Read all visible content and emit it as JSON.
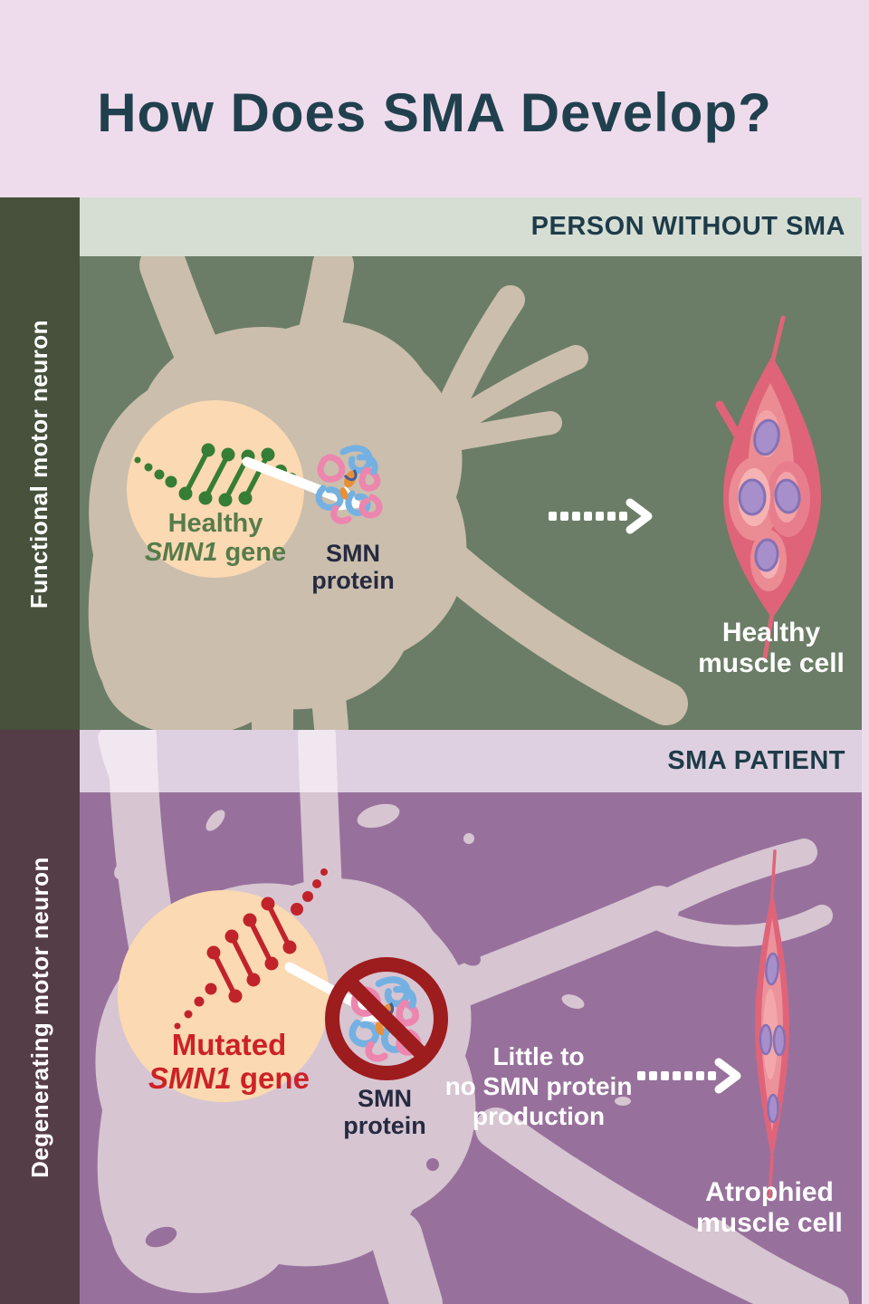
{
  "header": {
    "title": "How Does SMA Develop?"
  },
  "top_panel": {
    "banner": "PERSON WITHOUT SMA",
    "sidebar_label": "Functional motor neuron",
    "gene": {
      "line1": "Healthy",
      "gene_name": "SMN1",
      "suffix": " gene"
    },
    "protein": {
      "line1": "SMN",
      "line2": "protein"
    },
    "muscle": {
      "line1": "Healthy",
      "line2": "muscle cell"
    }
  },
  "bottom_panel": {
    "banner": "SMA PATIENT",
    "sidebar_label": "Degenerating motor neuron",
    "gene": {
      "line1": "Mutated",
      "gene_name": "SMN1",
      "suffix": " gene"
    },
    "protein": {
      "line1": "SMN",
      "line2": "protein"
    },
    "production": {
      "line1": "Little to",
      "line2": "no SMN protein",
      "line3": "production"
    },
    "muscle": {
      "line1": "Atrophied",
      "line2": "muscle cell"
    }
  },
  "icons": {
    "healthy_dna": "green-dna-strand",
    "mutated_dna": "red-dna-strand",
    "smn_protein": "pink-blue-protein-tangle",
    "prohibition": "no-symbol",
    "solid_arrow": "white-tapered-arrow",
    "dotted_arrow": "white-dashed-arrow-right"
  },
  "colors": {
    "header_bg": "#eedcec",
    "title_text": "#21404e",
    "banner_text": "#1e3b49",
    "top_banner_bg": "#d6ded4",
    "top_bg": "#6b7d66",
    "top_sidebar_bg": "#47513c",
    "neuron_top": "#cbbead",
    "gene_circle": "#fbd9b2",
    "healthy_dna": "#367d35",
    "healthy_gene_text": "#567c4b",
    "protein_text": "#252a40",
    "protein_pink": "#ec86ae",
    "protein_blue": "#74b1e2",
    "protein_orange": "#e89038",
    "muscle_pink": "#df6479",
    "muscle_nucleus": "#a78fcb",
    "bottom_banner_bg": "#ded0e0",
    "bottom_bg": "#97719c",
    "bottom_sidebar_bg": "#553d48",
    "neuron_bottom": "#d7c5d1",
    "mutated_dna": "#c1232b",
    "mutated_gene_text": "#cd2127",
    "prohibition": "#9d1c1e",
    "arrow_white": "#ffffff"
  }
}
